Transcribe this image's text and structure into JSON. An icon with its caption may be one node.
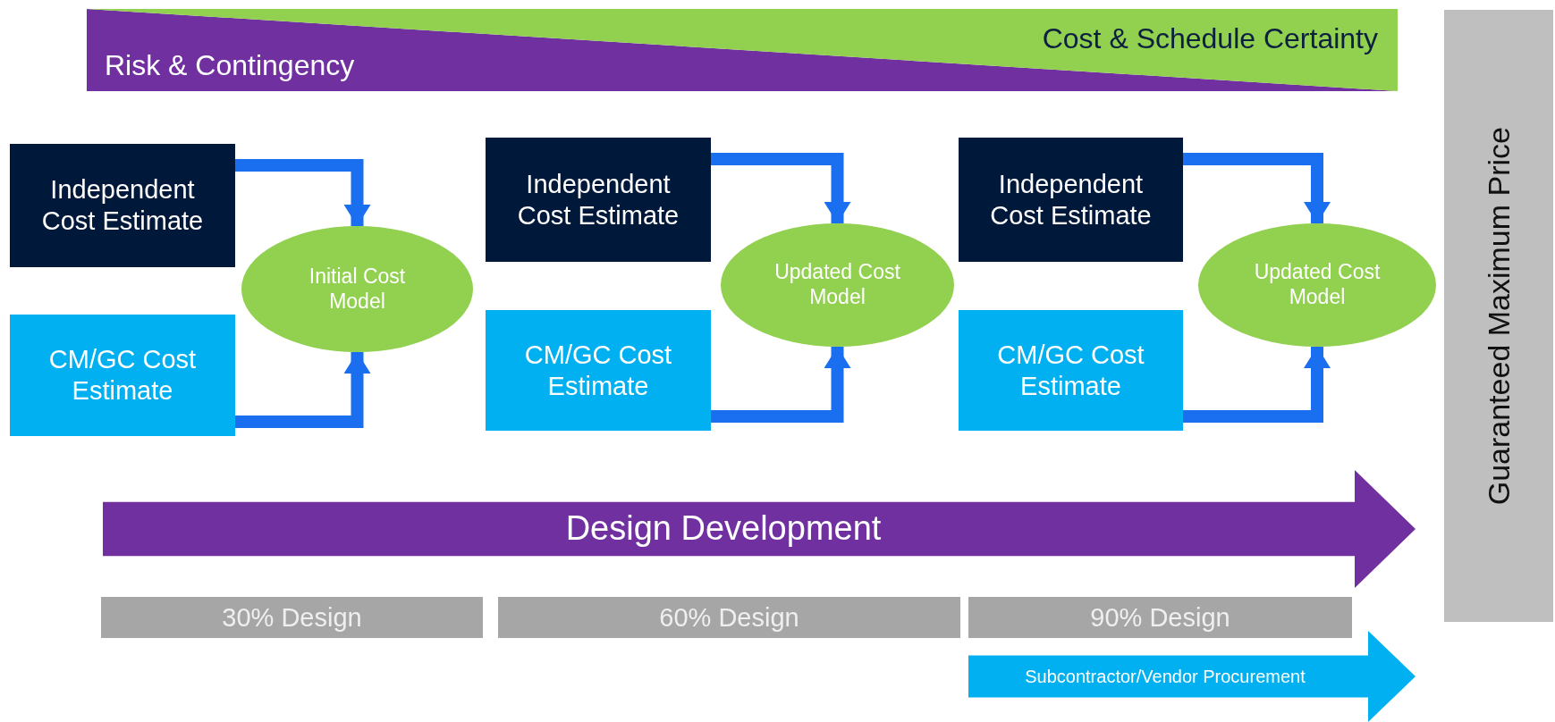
{
  "diagram": {
    "nodes": [
      {
        "text": [
          "Risk & Contingency"
        ]
      },
      {
        "text": [
          "Cost & Schedule Certainty"
        ]
      },
      {
        "text": [
          "Guaranteed Maximum Price"
        ]
      },
      {
        "text": [
          "Independent Cost Estimate"
        ]
      },
      {
        "text": [
          "CM/GC Cost Estimate"
        ]
      },
      {
        "text": [
          "Initial Cost Model"
        ]
      },
      {
        "text": [
          "Independent Cost Estimate"
        ]
      },
      {
        "text": [
          "CM/GC Cost Estimate"
        ]
      },
      {
        "text": [
          "Updated Cost Model"
        ]
      },
      {
        "text": [
          "Independent Cost Estimate"
        ]
      },
      {
        "text": [
          "CM/GC Cost Estimate"
        ]
      },
      {
        "text": [
          "Updated Cost Model"
        ]
      },
      {
        "text": [
          "Design Development"
        ]
      },
      {
        "text": [
          "30% Design"
        ]
      },
      {
        "text": [
          "60% Design"
        ]
      },
      {
        "text": [
          "90% Design"
        ]
      },
      {
        "text": [
          "Subcontractor/Vendor Procurement"
        ]
      }
    ],
    "edges": [
      {
        "from": 3,
        "to": 5,
        "arrow": "to"
      },
      {
        "from": 4,
        "to": 5,
        "arrow": "to"
      },
      {
        "from": 6,
        "to": 8,
        "arrow": "to"
      },
      {
        "from": 7,
        "to": 8,
        "arrow": "to"
      },
      {
        "from": 9,
        "to": 11,
        "arrow": "to"
      },
      {
        "from": 10,
        "to": 11,
        "arrow": "to"
      }
    ]
  }
}
